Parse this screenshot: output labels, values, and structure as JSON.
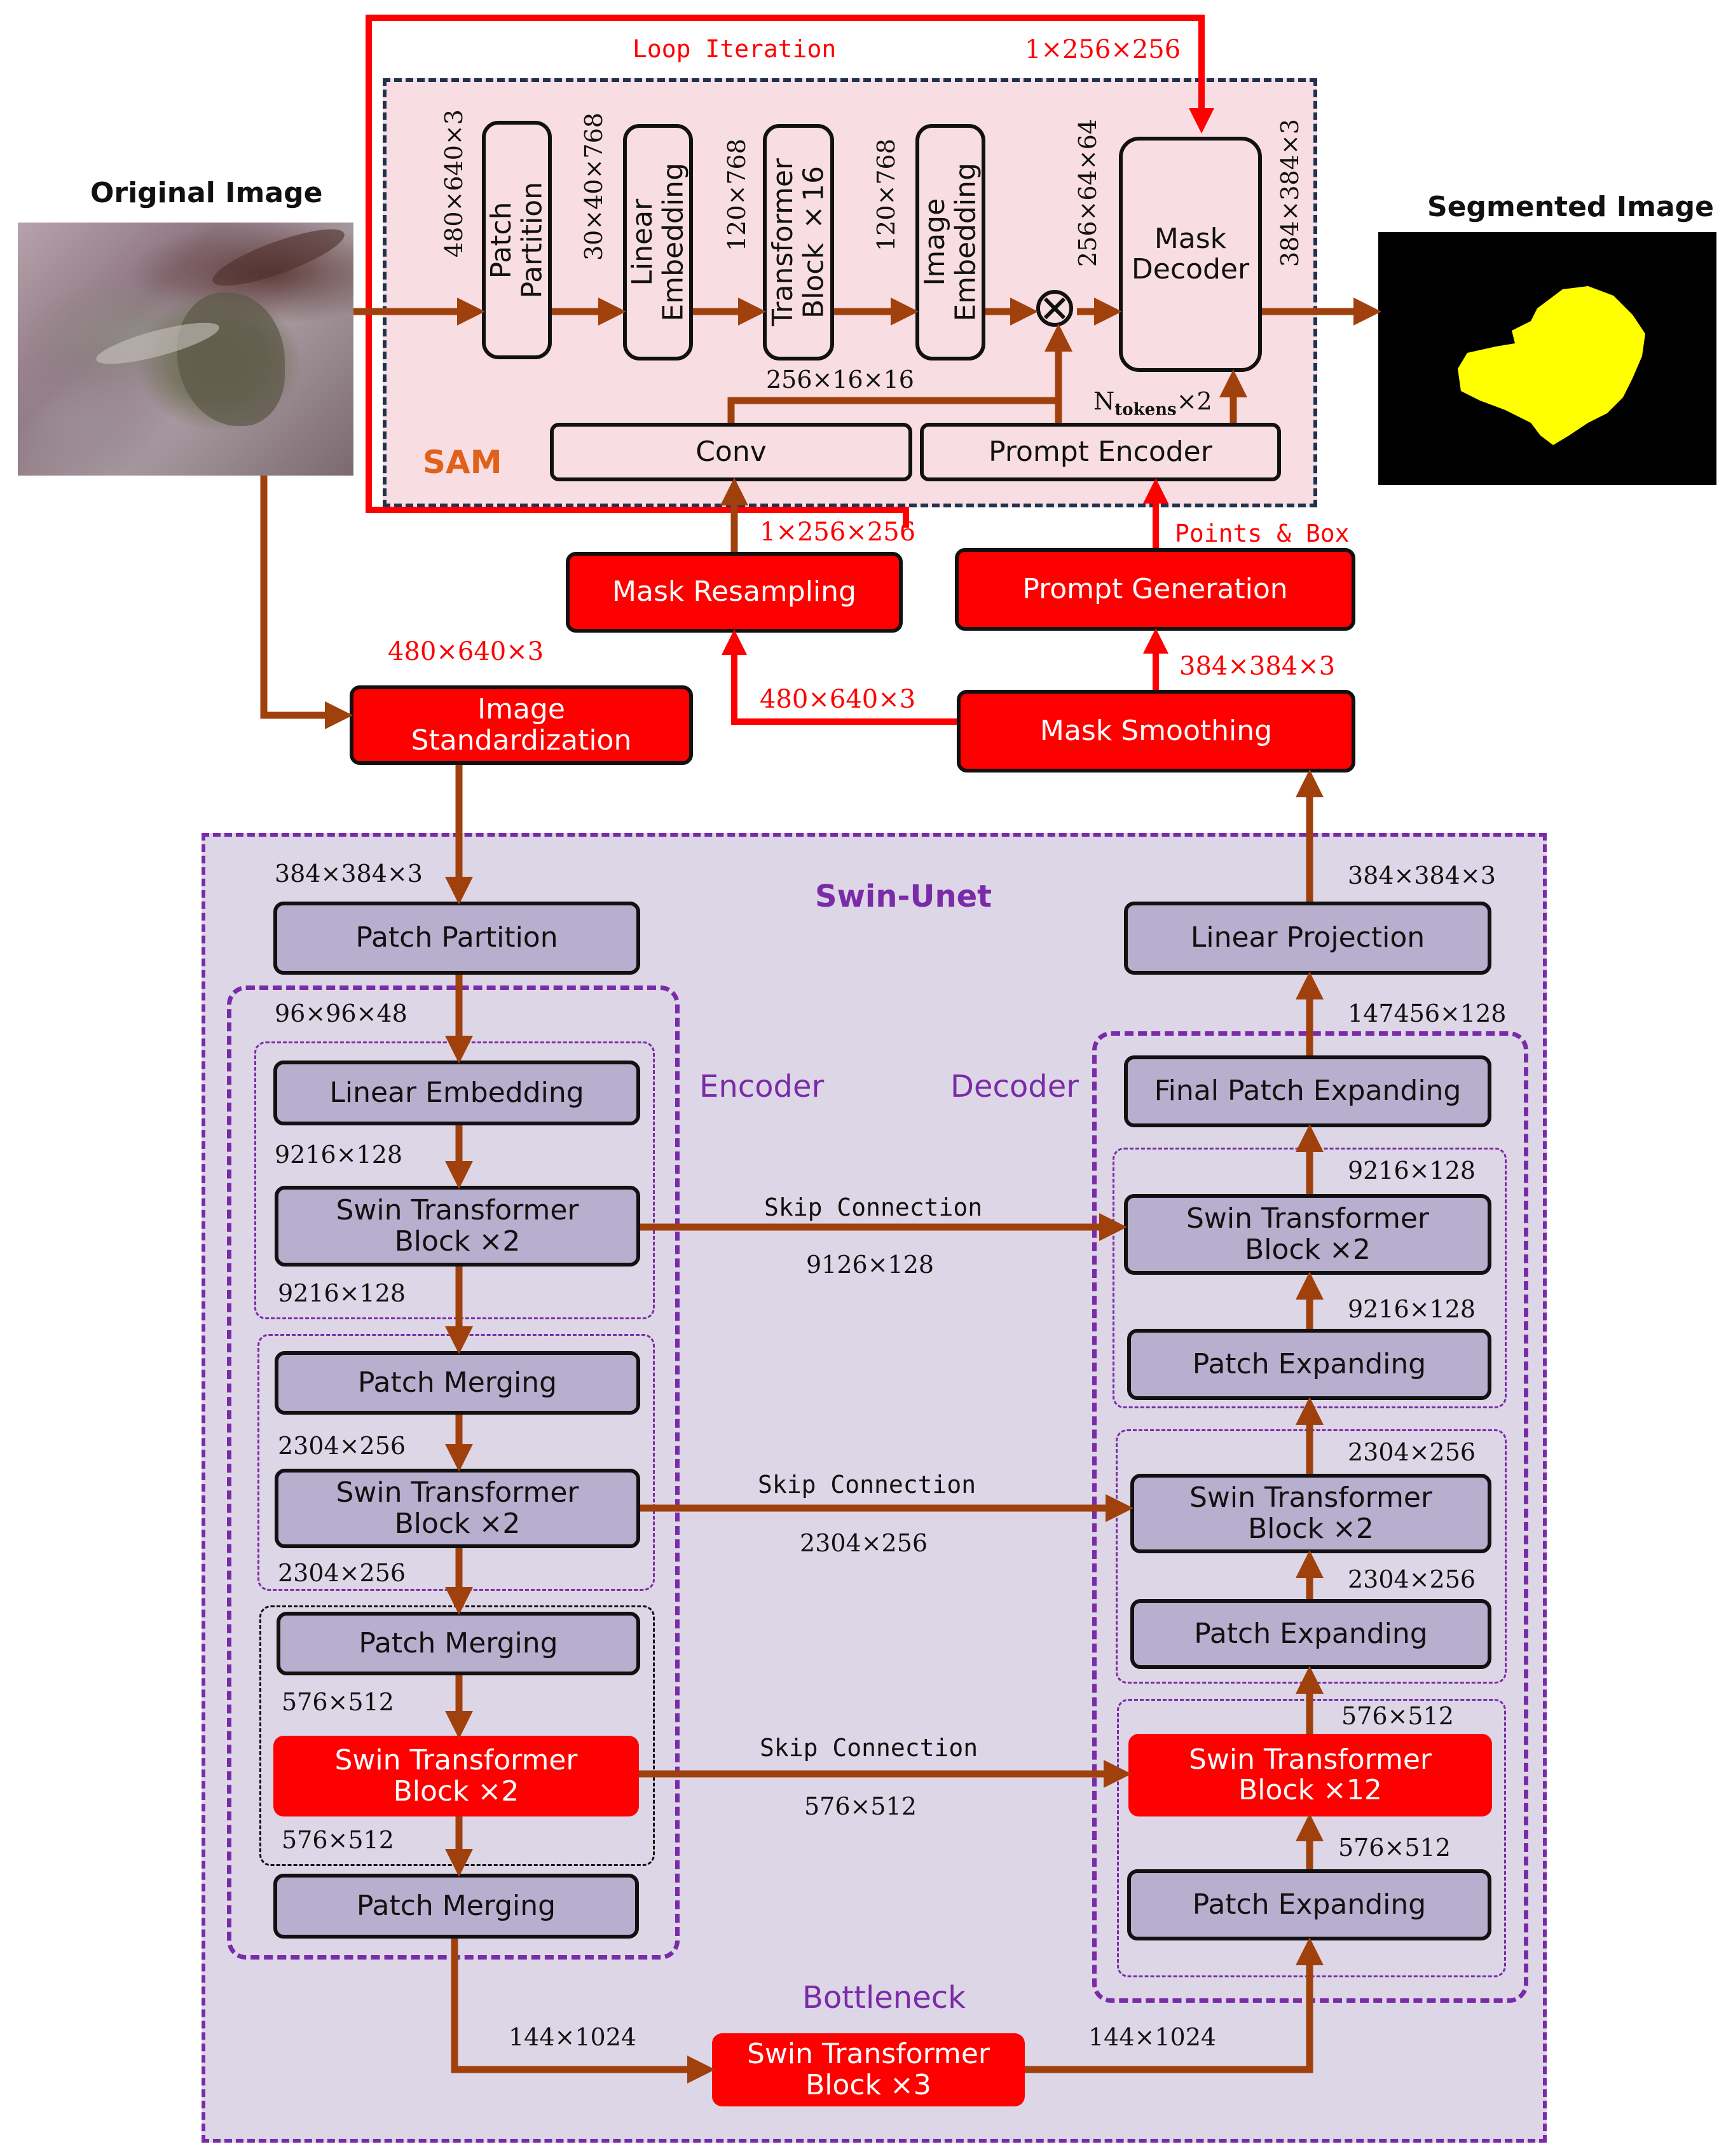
{
  "titles": {
    "original": "Original Image",
    "segmented": "Segmented Image",
    "sam": "SAM",
    "swin_unet": "Swin-Unet",
    "encoder": "Encoder",
    "decoder": "Decoder",
    "bottleneck": "Bottleneck",
    "loop": "Loop Iteration"
  },
  "sam": {
    "patch_partition": "Patch\nPartition",
    "linear_embedding": "Linear\nEmbedding",
    "transformer_block": "Transformer\nBlock  ×16",
    "image_embedding": "Image\nEmbedding",
    "mask_decoder": "Mask\nDecoder",
    "conv": "Conv",
    "prompt_encoder": "Prompt Encoder",
    "ntokens_main": "N",
    "ntokens_sub": "tokens",
    "ntokens_tail": "×2",
    "dims": {
      "in": "480×640×3",
      "after_partition": "30×40×768",
      "after_embedding": "120×768",
      "after_transformer": "120×768",
      "after_image_embedding": "256×64×64",
      "out": "384×384×3",
      "conv_out": "256×16×16",
      "loop_mask": "1×256×256"
    }
  },
  "pipeline": {
    "mask_resampling": "Mask Resampling",
    "prompt_generation": "Prompt Generation",
    "image_standardization": "Image\nStandardization",
    "mask_smoothing": "Mask Smoothing",
    "resampled_dim": "1×256×256",
    "points_box": "Points & Box",
    "standardization_in": "480×640×3",
    "smoothing_to_resampling": "480×640×3",
    "smoothing_out": "384×384×3"
  },
  "encoder": {
    "patch_partition": "Patch Partition",
    "linear_embedding": "Linear Embedding",
    "swin1": "Swin Transformer\nBlock ×2",
    "merge1": "Patch Merging",
    "swin2": "Swin Transformer\nBlock ×2",
    "merge2": "Patch Merging",
    "swin3": "Swin Transformer\nBlock ×2",
    "merge3": "Patch Merging",
    "dims": {
      "input": "384×384×3",
      "partition_out": "96×96×48",
      "embed_out": "9216×128",
      "swin1_out": "9216×128",
      "merge1_out": "2304×256",
      "swin2_out": "2304×256",
      "merge2_out": "576×512",
      "swin3_out": "576×512"
    }
  },
  "decoder": {
    "linear_projection": "Linear Projection",
    "final_expanding": "Final Patch Expanding",
    "swin1": "Swin Transformer\nBlock ×2",
    "expand1": "Patch Expanding",
    "swin2": "Swin Transformer\nBlock ×2",
    "expand2": "Patch Expanding",
    "swin3": "Swin Transformer\nBlock ×12",
    "expand3": "Patch Expanding",
    "dims": {
      "output": "384×384×3",
      "final_in": "147456×128",
      "swin1_out": "9216×128",
      "expand1_out": "9216×128",
      "swin2_out": "2304×256",
      "expand2_out": "2304×256",
      "swin3_out": "576×512",
      "expand3_out": "576×512"
    }
  },
  "skip": {
    "label": "Skip Connection",
    "dim1": "9126×128",
    "dim2": "2304×256",
    "dim3": "576×512"
  },
  "bottleneck": {
    "block": "Swin Transformer\nBlock ×3",
    "in_dim": "144×1024",
    "out_dim": "144×1024"
  },
  "colors": {
    "arrow_brown": "#a0410d",
    "loop_red": "#ff0000",
    "sam_bg": "#f8dde3",
    "swin_bg": "#ddd6e6",
    "block_purple": "#b8aece",
    "region_purple": "#7a2ba8",
    "sam_border": "#1f3350",
    "mask_yellow": "#ffff00"
  }
}
